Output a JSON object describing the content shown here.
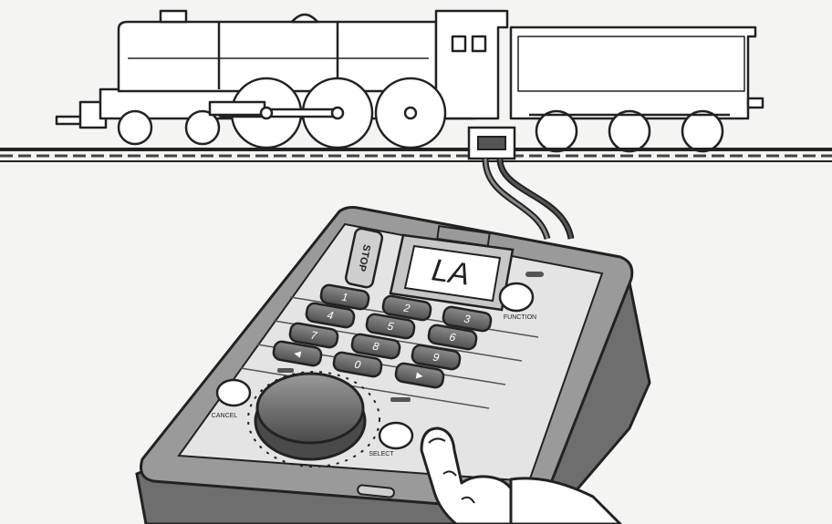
{
  "display": {
    "text": "LA"
  },
  "stop_button": {
    "label": "STOP"
  },
  "keypad": {
    "keys": [
      "1",
      "2",
      "3",
      "4",
      "5",
      "6",
      "7",
      "8",
      "9",
      "0"
    ],
    "left_arrow": "◄",
    "right_arrow": "►"
  },
  "buttons": {
    "function_label": "FUNCTION",
    "cancel_label": "CANCEL",
    "select_label": "SELECT"
  }
}
